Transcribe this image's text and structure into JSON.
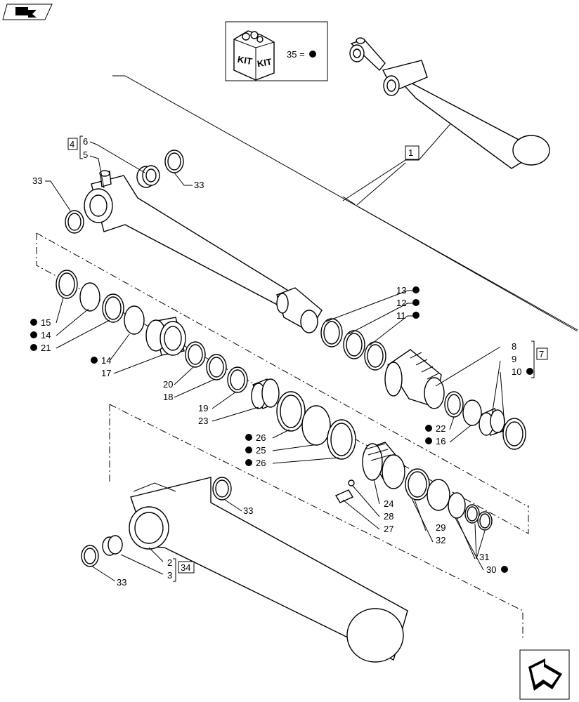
{
  "kit": {
    "box_text_1": "KIT",
    "box_text_2": "KIT",
    "legend": "35 ="
  },
  "callouts": {
    "c1": "1",
    "c2": "2",
    "c3": "3",
    "c4": "4",
    "c5": "5",
    "c6": "6",
    "c7": "7",
    "c8": "8",
    "c9": "9",
    "c10": "10",
    "c11": "11",
    "c12": "12",
    "c13": "13",
    "c14a": "14",
    "c14b": "14",
    "c15": "15",
    "c16": "16",
    "c17": "17",
    "c18": "18",
    "c19": "19",
    "c20": "20",
    "c21": "21",
    "c22": "22",
    "c23": "23",
    "c24": "24",
    "c25": "25",
    "c26a": "26",
    "c26b": "26",
    "c27": "27",
    "c28": "28",
    "c29": "29",
    "c30": "30",
    "c31": "31",
    "c32": "32",
    "c33a": "33",
    "c33b": "33",
    "c33c": "33",
    "c33d": "33",
    "c34": "34"
  },
  "icons": {
    "top_nav": "previous-page-arrow-icon",
    "bottom_nav": "next-page-arrow-icon",
    "kit_dot": "kit-marker-dot"
  }
}
